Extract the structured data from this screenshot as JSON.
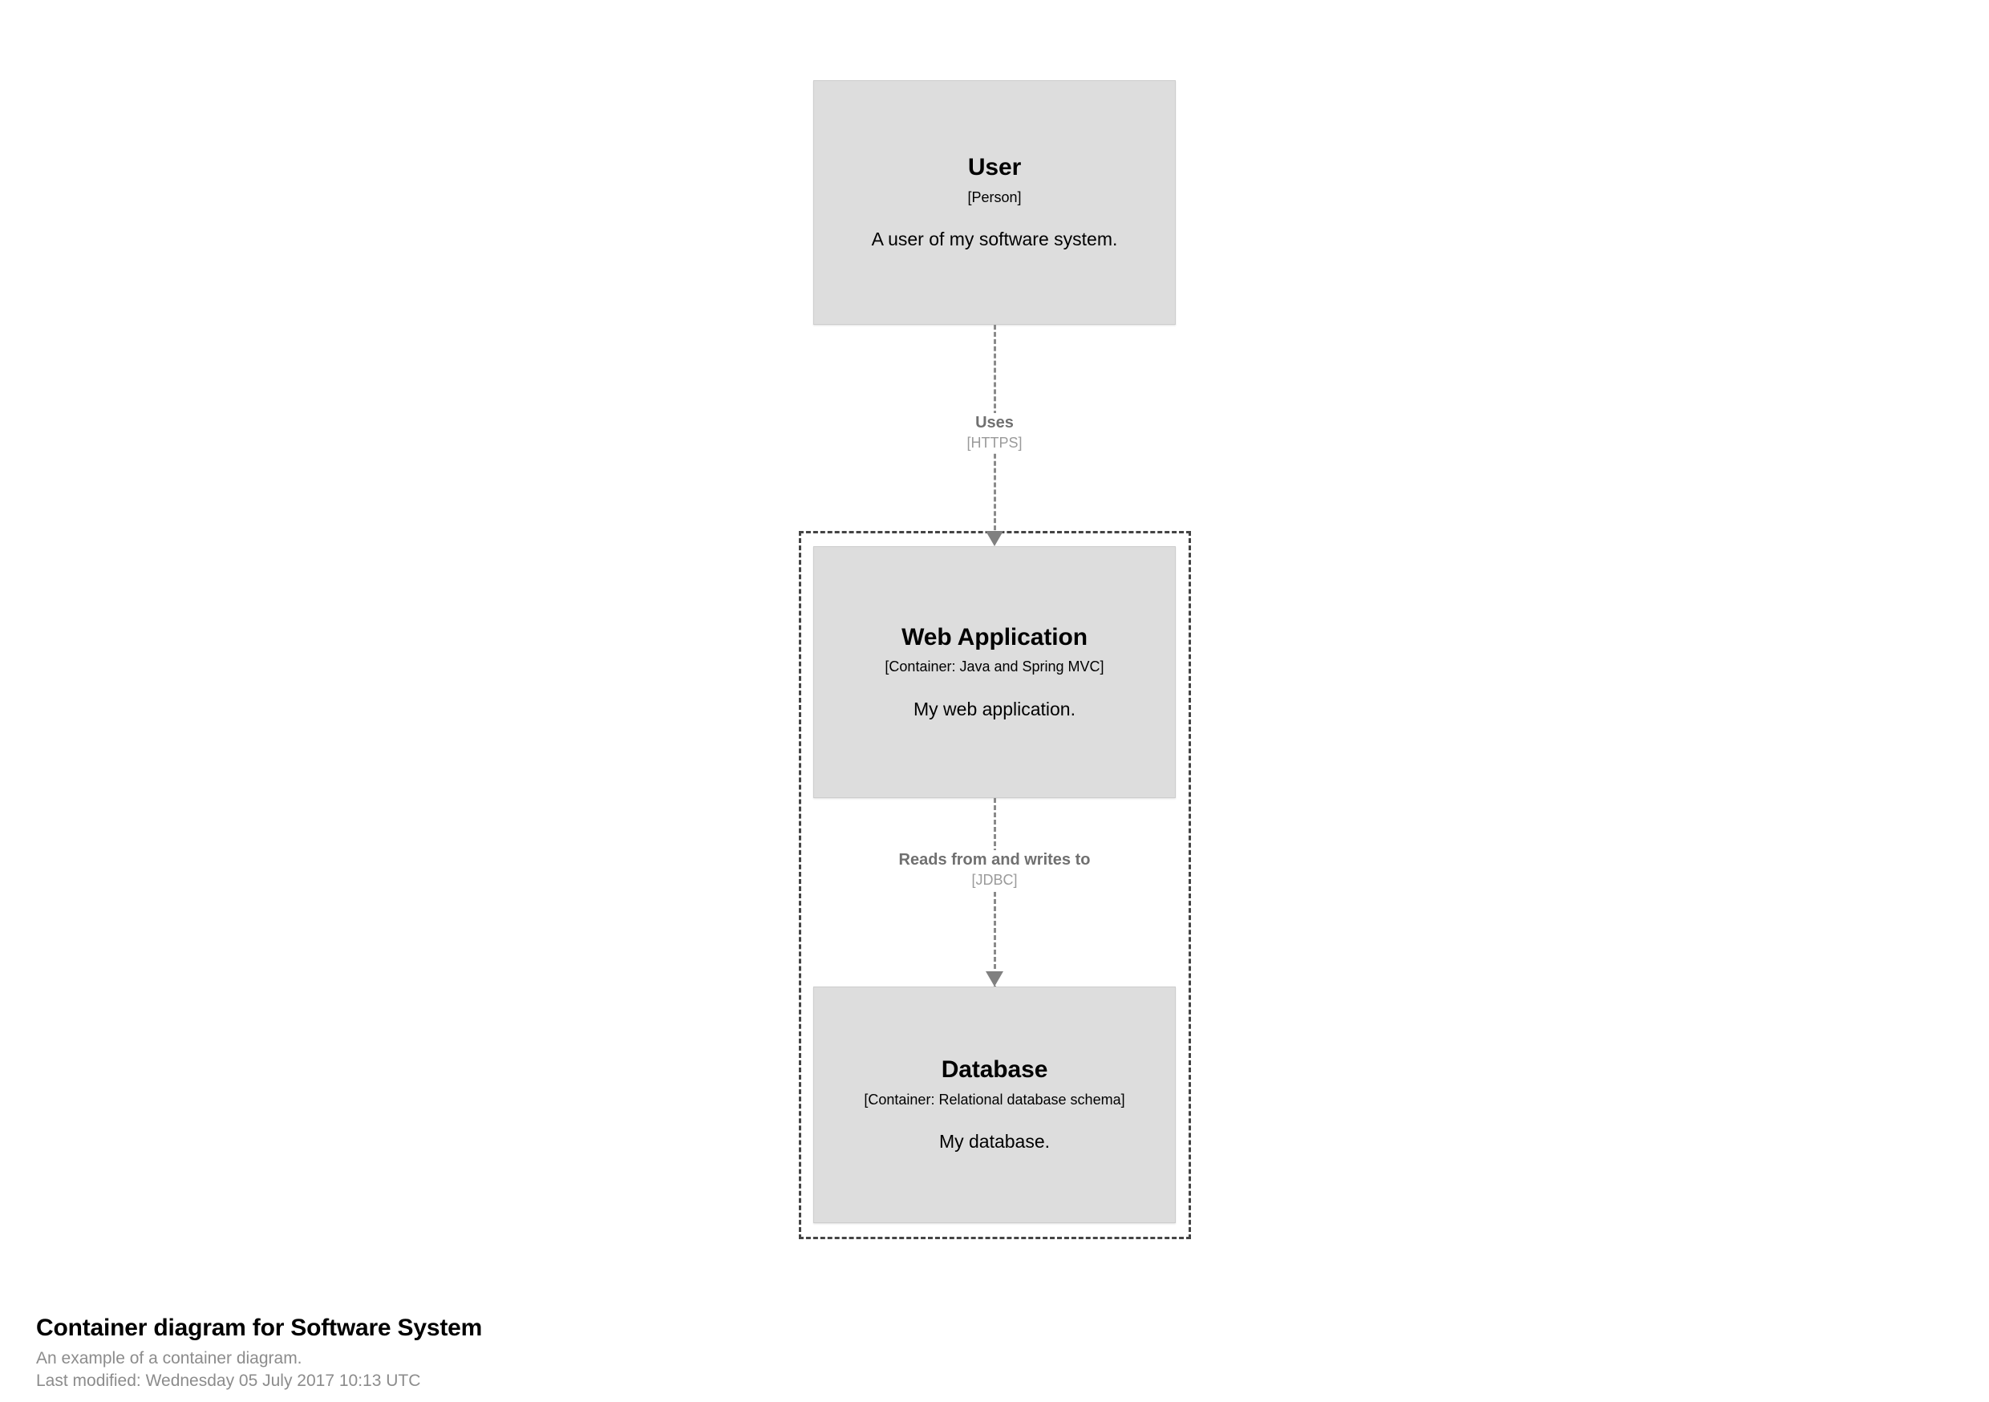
{
  "diagram": {
    "boundary": {
      "label": ""
    },
    "nodes": [
      {
        "id": "user",
        "name": "User",
        "technology": "[Person]",
        "description": "A user of my software system."
      },
      {
        "id": "web-application",
        "name": "Web Application",
        "technology": "[Container: Java and Spring MVC]",
        "description": "My web application."
      },
      {
        "id": "database",
        "name": "Database",
        "technology": "[Container: Relational database schema]",
        "description": "My database."
      }
    ],
    "relationships": [
      {
        "id": "user-to-web-application",
        "description": "Uses",
        "technology": "[HTTPS]"
      },
      {
        "id": "web-application-to-database",
        "description": "Reads from and writes to",
        "technology": "[JDBC]"
      }
    ]
  },
  "caption": {
    "title": "Container diagram for Software System",
    "subtitle": "An example of a container diagram.",
    "last_modified": "Last modified: Wednesday 05 July 2017 10:13 UTC"
  },
  "colors": {
    "node_fill": "#dddddd",
    "node_border": "#cdcdcd",
    "boundary_stroke": "#444444",
    "relationship_stroke": "#8a8a8a",
    "relationship_label": "#707070",
    "relationship_tech": "#9a9a9a",
    "caption_sub": "#8c8c8c",
    "background": "#ffffff"
  }
}
